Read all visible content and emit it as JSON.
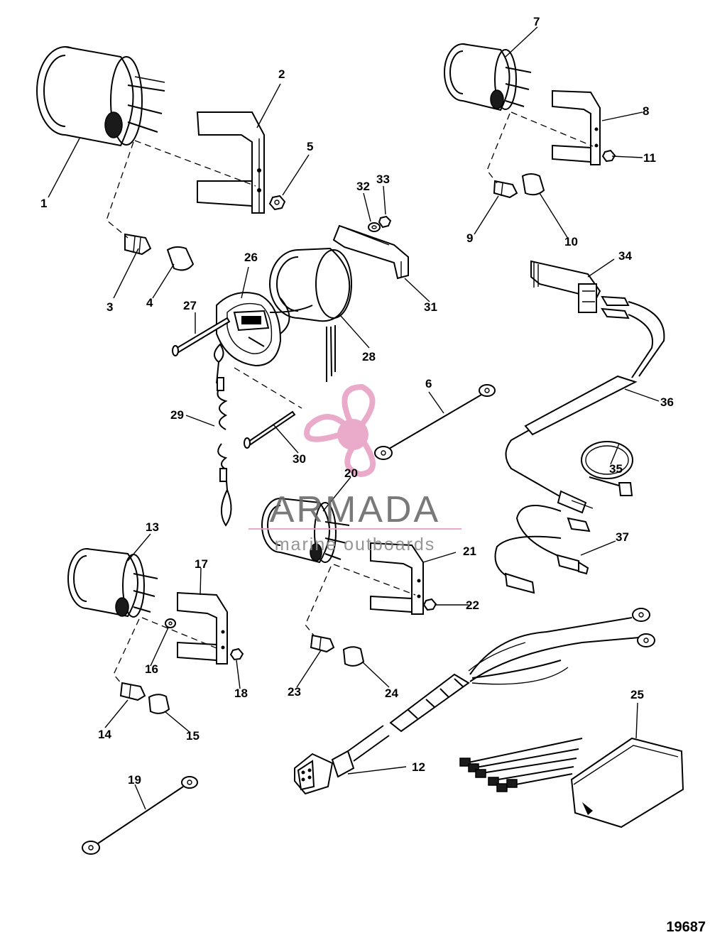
{
  "figure_number": "19687",
  "watermark": {
    "brand": "ARMADA",
    "tagline": "marine outboards",
    "accent_color": "#e8a3c6",
    "text_color": "#6b6b6b"
  },
  "callouts": [
    "1",
    "2",
    "3",
    "4",
    "5",
    "6",
    "7",
    "8",
    "9",
    "10",
    "11",
    "12",
    "13",
    "14",
    "15",
    "16",
    "17",
    "18",
    "19",
    "20",
    "21",
    "22",
    "23",
    "24",
    "25",
    "26",
    "27",
    "28",
    "29",
    "30",
    "31",
    "32",
    "33",
    "34",
    "35",
    "36",
    "37"
  ]
}
